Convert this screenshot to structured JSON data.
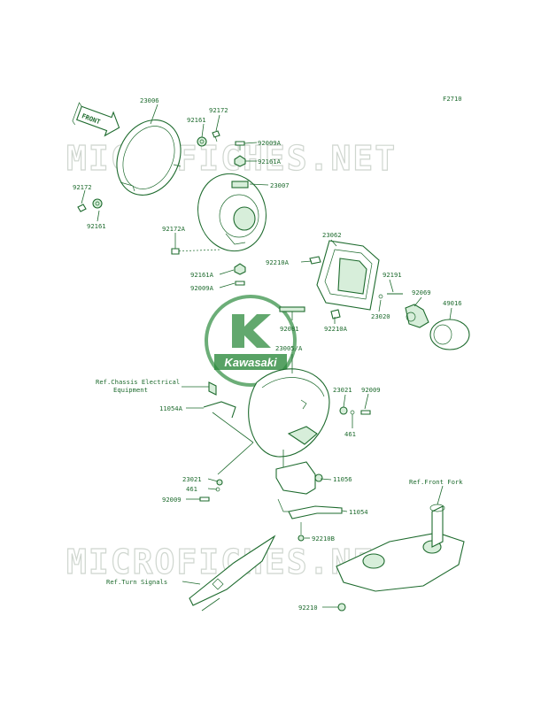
{
  "figure_code": "F2710",
  "watermark": {
    "text": "MICROFICHES.NET",
    "logo_text": "Kawasaki",
    "logo_color": "#2e8b3e"
  },
  "colors": {
    "line": "#1e6b2e",
    "fill": "#d7eeda",
    "watermark": "#cfd6cf"
  },
  "front_arrow": "FRONT",
  "parts": {
    "p23006": "23006",
    "p92172_top": "92172",
    "p92161_top": "92161",
    "p92009A_top": "92009A",
    "p92161A_top": "92161A",
    "p23007": "23007",
    "p92172_left": "92172",
    "p92161_left": "92161",
    "p92172A": "92172A",
    "p23062": "23062",
    "p92210A_top": "92210A",
    "p92191": "92191",
    "p92161A_mid": "92161A",
    "p92009A_mid": "92009A",
    "p23020": "23020",
    "p92069": "92069",
    "p49016": "49016",
    "p92081": "92081",
    "p92210A_bot": "92210A",
    "p23005A": "23005/A",
    "p23021_right": "23021",
    "p92009_right": "92009",
    "p461_right": "461",
    "p11054A": "11054A",
    "p11056": "11056",
    "p23021_left": "23021",
    "p461_left": "461",
    "p92009_left": "92009",
    "p11054": "11054",
    "p92210B": "92210B",
    "p92210": "92210"
  },
  "refs": {
    "chassis_line1": "Ref.Chassis Electrical",
    "chassis_line2": "Equipment",
    "front_fork": "Ref.Front Fork",
    "turn_signals": "Ref.Turn Signals"
  }
}
